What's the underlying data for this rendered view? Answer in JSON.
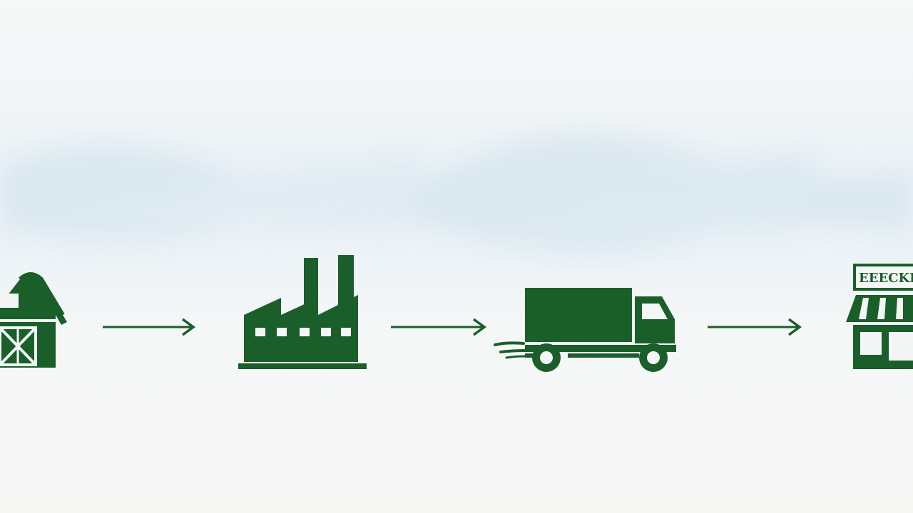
{
  "diagram": {
    "nodes": [
      {
        "id": "farm",
        "icon": "barn-icon"
      },
      {
        "id": "factory",
        "icon": "factory-icon"
      },
      {
        "id": "transport",
        "icon": "delivery-truck-icon"
      },
      {
        "id": "retail",
        "icon": "storefront-icon",
        "sign_text": "EEECKГI"
      }
    ],
    "edges": [
      {
        "from": "farm",
        "to": "factory"
      },
      {
        "from": "factory",
        "to": "transport"
      },
      {
        "from": "transport",
        "to": "retail"
      }
    ]
  },
  "colors": {
    "icon_green": "#1a5f2a",
    "background": "#f5f7f7",
    "haze_blue": "#d6e6ef"
  }
}
